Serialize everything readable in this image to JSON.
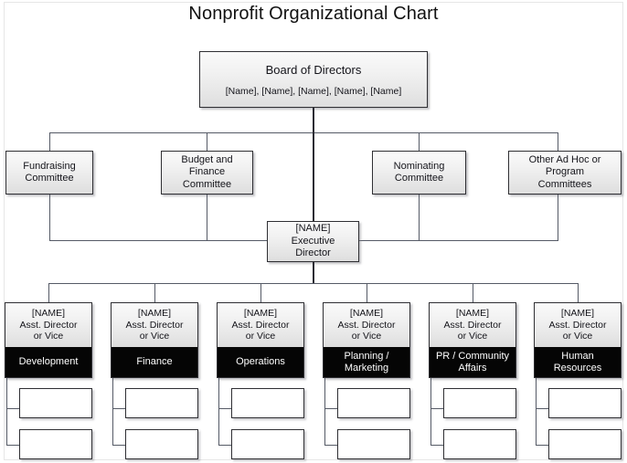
{
  "title": "Nonprofit Organizational Chart",
  "board": {
    "title": "Board of Directors",
    "names": "[Name], [Name], [Name], [Name], [Name]"
  },
  "committees": [
    {
      "line1": "Fundraising",
      "line2": "Committee",
      "line3": ""
    },
    {
      "line1": "Budget and",
      "line2": "Finance",
      "line3": "Committee"
    },
    {
      "line1": "Nominating",
      "line2": "Committee",
      "line3": ""
    },
    {
      "line1": "Other Ad Hoc or",
      "line2": "Program",
      "line3": "Committees"
    }
  ],
  "executive": {
    "name": "[NAME]",
    "line1": "Executive",
    "line2": "Director"
  },
  "departments": [
    {
      "name": "[NAME]",
      "role1": "Asst. Director",
      "role2": "or Vice",
      "dept1": "Development",
      "dept2": ""
    },
    {
      "name": "[NAME]",
      "role1": "Asst. Director",
      "role2": "or Vice",
      "dept1": "Finance",
      "dept2": ""
    },
    {
      "name": "[NAME]",
      "role1": "Asst. Director",
      "role2": "or Vice",
      "dept1": "Operations",
      "dept2": ""
    },
    {
      "name": "[NAME]",
      "role1": "Asst. Director",
      "role2": "or Vice",
      "dept1": "Planning /",
      "dept2": "Marketing"
    },
    {
      "name": "[NAME]",
      "role1": "Asst. Director",
      "role2": "or Vice",
      "dept1": "PR / Community",
      "dept2": "Affairs"
    },
    {
      "name": "[NAME]",
      "role1": "Asst. Director",
      "role2": "or Vice",
      "dept1": "Human",
      "dept2": "Resources"
    }
  ],
  "blank_slots": [
    {
      "label": ""
    },
    {
      "label": ""
    },
    {
      "label": ""
    },
    {
      "label": ""
    },
    {
      "label": ""
    },
    {
      "label": ""
    },
    {
      "label": ""
    },
    {
      "label": ""
    },
    {
      "label": ""
    },
    {
      "label": ""
    },
    {
      "label": ""
    },
    {
      "label": ""
    }
  ],
  "colors": {
    "page_background": "#ffffff",
    "box_border": "#2f2f33",
    "box_fill_top": "#fafafa",
    "box_fill_bottom": "#dedede",
    "dept_band": "#050505",
    "dept_band_text": "#ffffff",
    "connector": "#555a66",
    "connector_main": "#2b2b33",
    "title_text": "#111111"
  }
}
